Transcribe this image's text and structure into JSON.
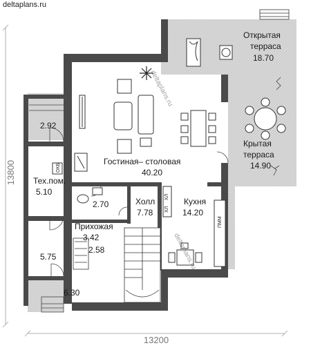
{
  "site": "deltaplans.ru",
  "watermark": "deltaplans.ru",
  "dimensions": {
    "width": "13200",
    "height": "13800"
  },
  "rooms": {
    "living_dining": {
      "name": "Гостиная– столовая",
      "area": "40.20"
    },
    "open_terrace": {
      "name_line1": "Открытая",
      "name_line2": "терраса",
      "area": "18.70"
    },
    "covered_terrace": {
      "name_line1": "Крытая",
      "name_line2": "терраса",
      "area": "14.90"
    },
    "tech_room": {
      "name": "Тех.пом.",
      "area": "5.10"
    },
    "hall": {
      "name": "Холл",
      "area": "7.78"
    },
    "kitchen": {
      "name": "Кухня",
      "area": "14.20"
    },
    "entrance": {
      "name": "Прихожая",
      "area": "3.42"
    },
    "bathroom": {
      "area": "2.70"
    },
    "closet": {
      "area": "2.58"
    },
    "room_left_top": {
      "area": "2.92"
    },
    "room_left_mid": {
      "area": "5.75"
    },
    "room_left_bottom": {
      "area": "6.30"
    }
  },
  "equipment": {
    "boiler": "ОКБ",
    "fridge": "ХЛ",
    "dishwasher": "ПММ"
  }
}
